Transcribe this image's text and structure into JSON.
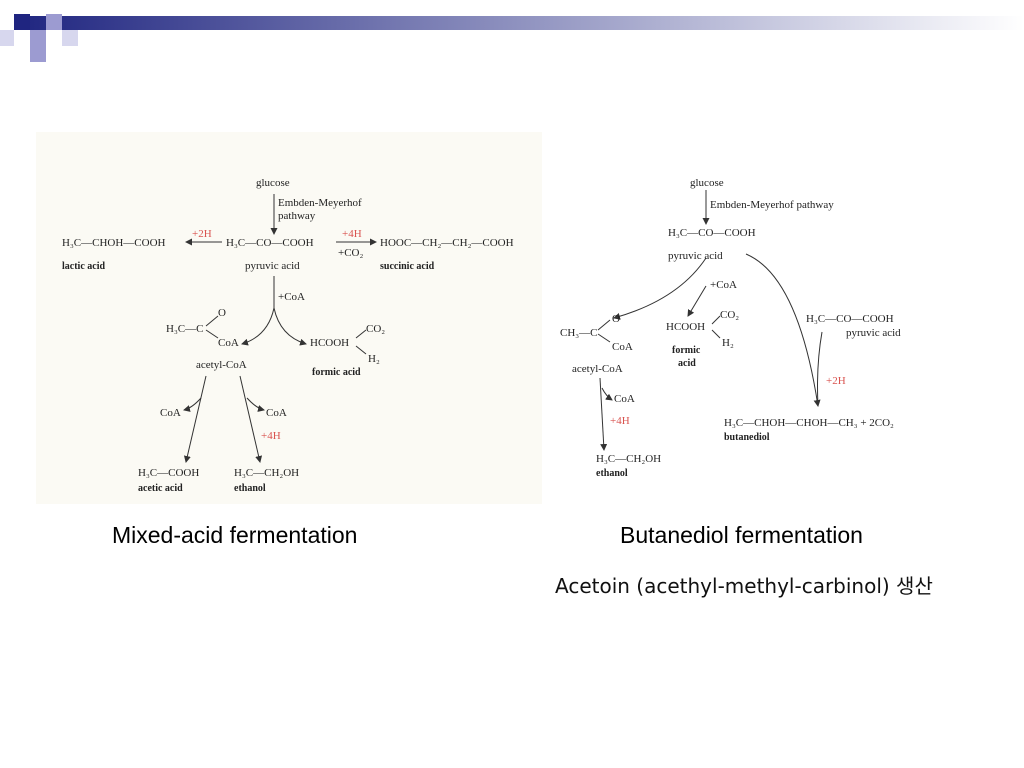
{
  "captions": {
    "left": "Mixed-acid fermentation",
    "right": "Butanediol fermentation",
    "note": "Acetoin (acethyl-methyl-carbinol) 생산"
  },
  "mixed_acid": {
    "glucose": "glucose",
    "pathway_line1": "Embden-Meyerhof",
    "pathway_line2": "pathway",
    "pyruvate_formula": "H₃C—CO—COOH",
    "pyruvate_name": "pyruvic acid",
    "lactic_formula": "H₃C—CHOH—COOH",
    "lactic_name": "lactic acid",
    "lactic_reagent": "+2H",
    "succinic_formula": "HOOC—CH₂—CH₂—COOH",
    "succinic_name": "succinic acid",
    "succinic_reagent1": "+4H",
    "succinic_reagent2": "+CO₂",
    "coa_reagent": "+CoA",
    "acetyl_o": "O",
    "acetyl_h3c": "H₃C—C",
    "acetyl_coa": "CoA",
    "acetyl_name": "acetyl-CoA",
    "formic_formula": "HCOOH",
    "formic_co2": "CO₂",
    "formic_h2": "H₂",
    "formic_name": "formic acid",
    "acetic_coa": "CoA",
    "acetic_formula": "H₃C—COOH",
    "acetic_name": "acetic acid",
    "ethanol_coa": "CoA",
    "ethanol_reagent": "+4H",
    "ethanol_formula": "H₃C—CH₂OH",
    "ethanol_name": "ethanol"
  },
  "butanediol": {
    "glucose": "glucose",
    "pathway": "Embden-Meyerhof pathway",
    "pyruvate_formula": "H₃C—CO—COOH",
    "pyruvate_name": "pyruvic acid",
    "coa_reagent": "+CoA",
    "acetyl_o": "O",
    "acetyl_ch3": "CH₃—C",
    "acetyl_coa": "CoA",
    "acetyl_name": "acetyl-CoA",
    "formic_formula": "HCOOH",
    "formic_co2": "CO₂",
    "formic_h2": "H₂",
    "formic_name1": "formic",
    "formic_name2": "acid",
    "pyruvate2_formula": "H₃C—CO—COOH",
    "pyruvate2_name": "pyruvic acid",
    "butanediol_reagent": "+2H",
    "butanediol_formula": "H₃C—CHOH—CHOH—CH₃ + 2CO₂",
    "butanediol_name": "butanediol",
    "ethanol_coa": "CoA",
    "ethanol_reagent": "+4H",
    "ethanol_formula": "H₃C—CH₂OH",
    "ethanol_name": "ethanol"
  },
  "colors": {
    "reagent_red": "#d9534f",
    "deco_navy": "#1f2580",
    "deco_lavender": "#9c9bd1"
  }
}
